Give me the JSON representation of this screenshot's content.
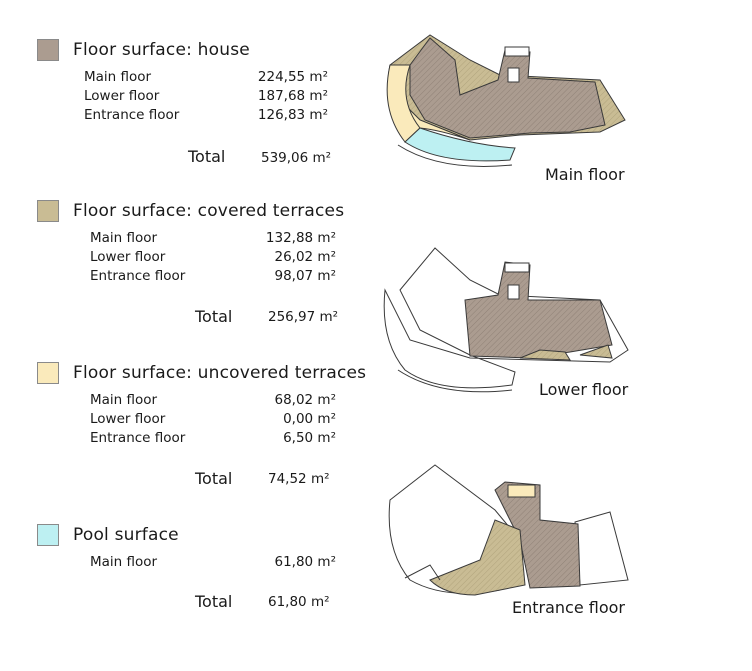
{
  "colors": {
    "house": "#ab9c90",
    "covered": "#c9bc94",
    "uncovered": "#faeabb",
    "pool": "#bdf0f2",
    "outline": "#3a3a3a"
  },
  "sections": [
    {
      "title": "Floor surface: house",
      "rows": [
        {
          "label": "Main floor",
          "value": "224,55 m²"
        },
        {
          "label": "Lower floor",
          "value": "187,68 m²"
        },
        {
          "label": "Entrance floor",
          "value": "126,83 m²"
        }
      ],
      "total_label": "Total",
      "total_value": "539,06 m²"
    },
    {
      "title": "Floor surface: covered terraces",
      "rows": [
        {
          "label": "Main floor",
          "value": "132,88 m²"
        },
        {
          "label": "Lower floor",
          "value": "26,02 m²"
        },
        {
          "label": "Entrance floor",
          "value": "98,07 m²"
        }
      ],
      "total_label": "Total",
      "total_value": "256,97 m²"
    },
    {
      "title": "Floor surface: uncovered terraces",
      "rows": [
        {
          "label": "Main floor",
          "value": "68,02 m²"
        },
        {
          "label": "Lower floor",
          "value": "0,00 m²"
        },
        {
          "label": "Entrance floor",
          "value": "6,50 m²"
        }
      ],
      "total_label": "Total",
      "total_value": "74,52 m²"
    },
    {
      "title": "Pool surface",
      "rows": [
        {
          "label": "Main floor",
          "value": "61,80 m²"
        }
      ],
      "total_label": "Total",
      "total_value": "61,80 m²"
    }
  ],
  "plans": {
    "main": "Main floor",
    "lower": "Lower floor",
    "entrance": "Entrance floor"
  }
}
